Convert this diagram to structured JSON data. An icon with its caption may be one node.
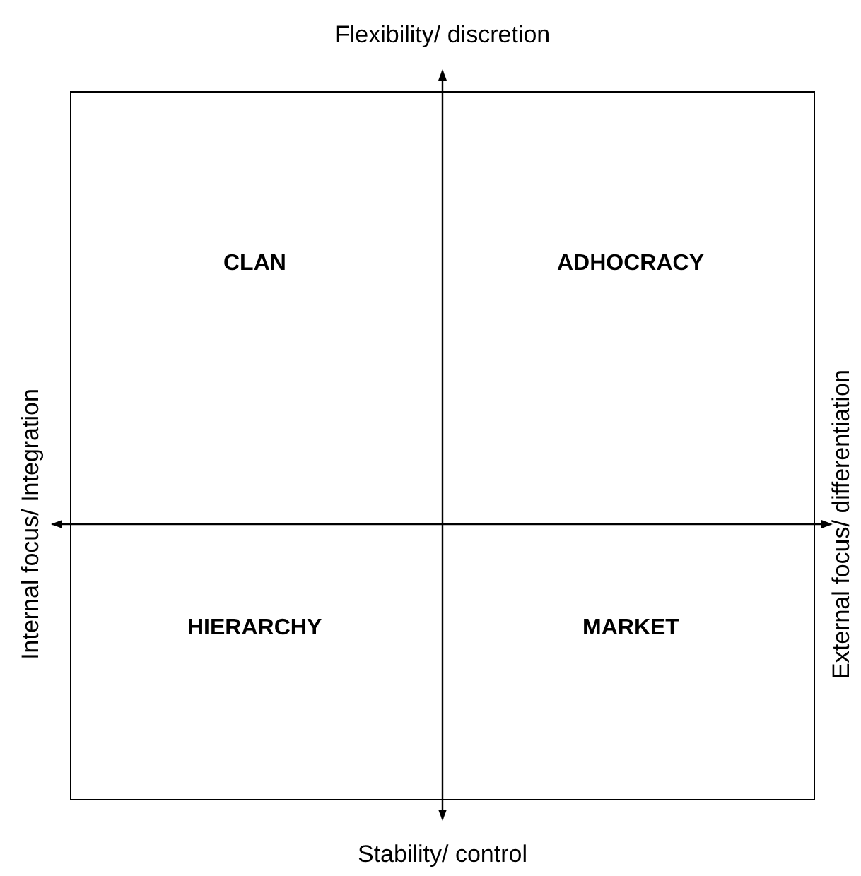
{
  "diagram": {
    "labels": [
      "Flexibility/ discretion",
      "Internal focus/ Integration",
      "CLAN",
      "ADHOCRACY",
      "External focus/ differentiation",
      "HIERARCHY",
      "MARKET",
      "Stability/ control"
    ]
  }
}
